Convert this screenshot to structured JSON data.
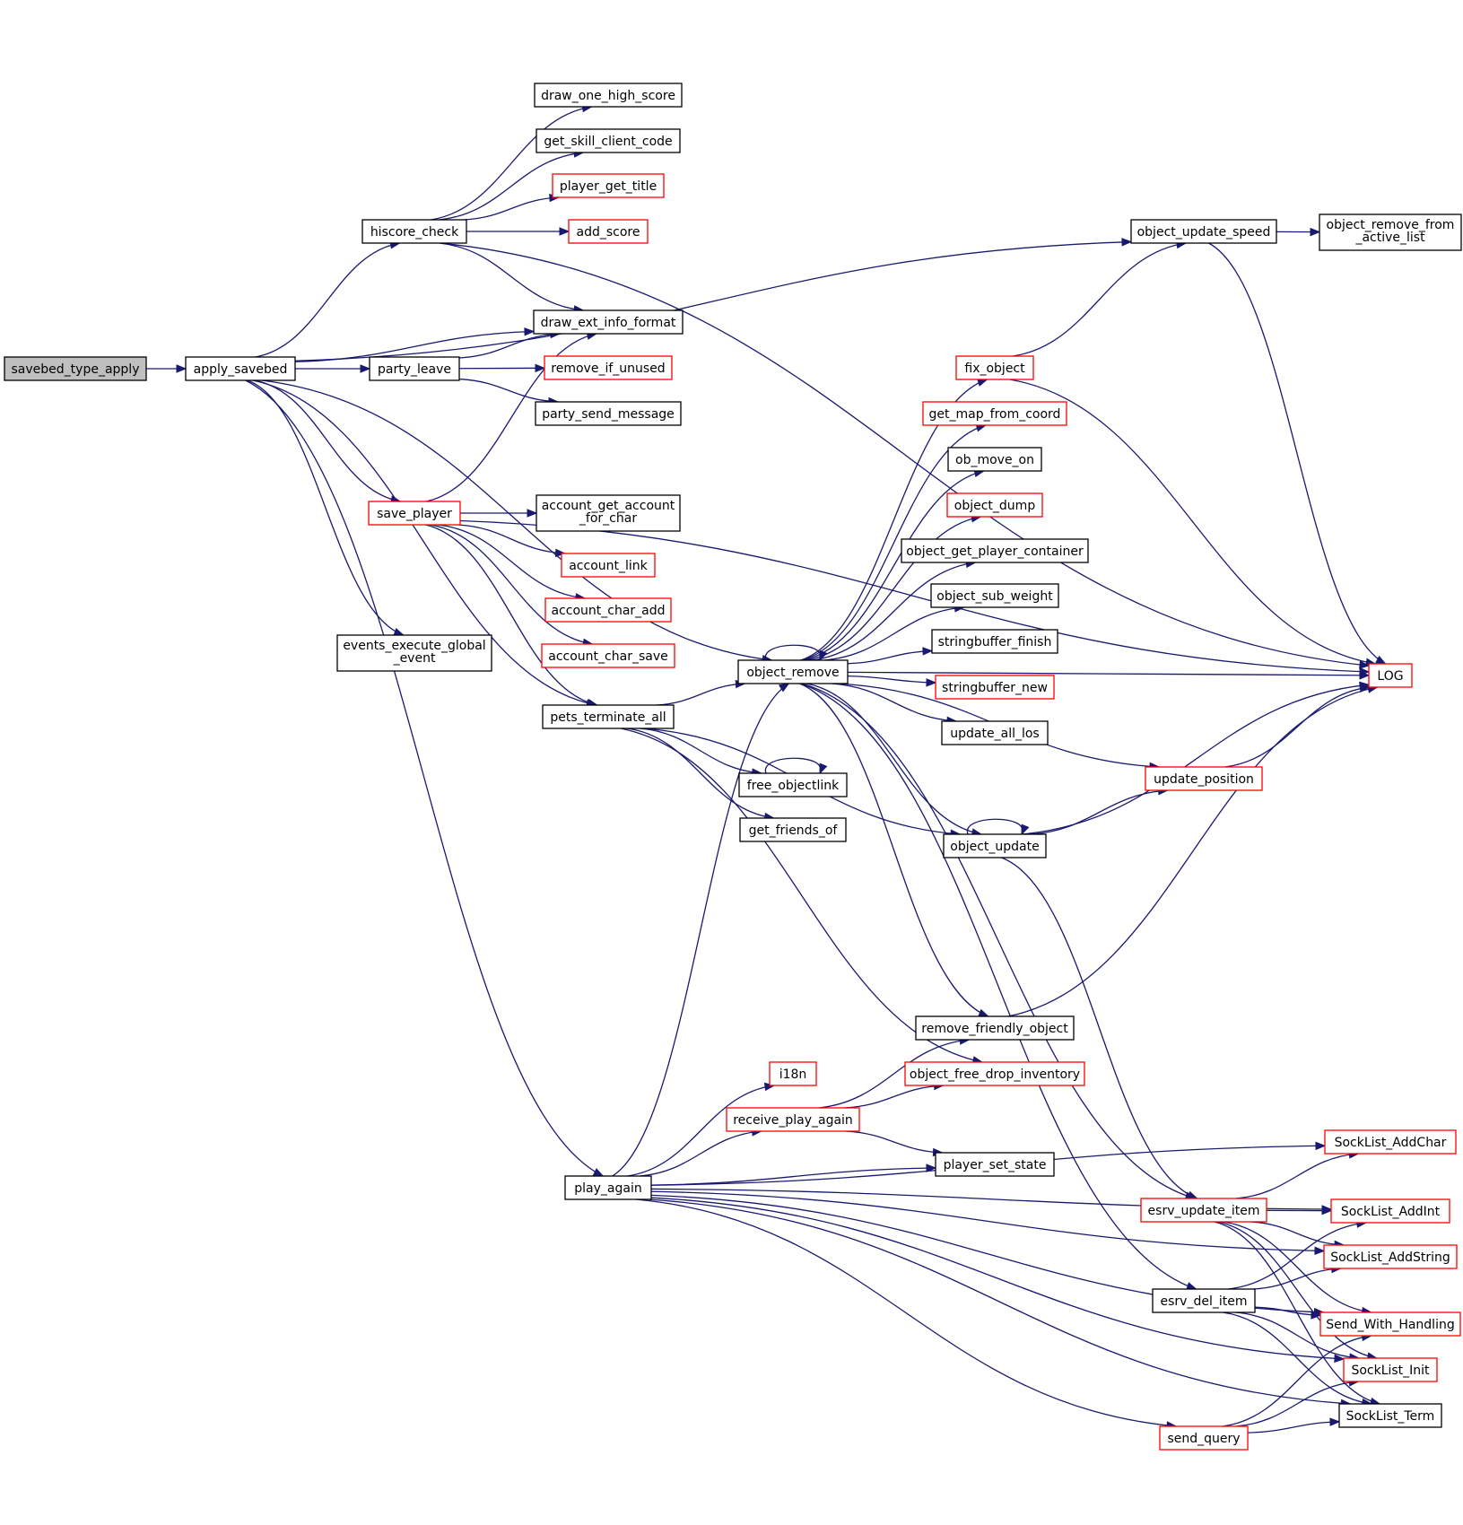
{
  "diagram": {
    "nodes": [
      {
        "id": "savebed_type_apply",
        "lines": [
          "savebed_type_apply"
        ],
        "style": "root"
      },
      {
        "id": "apply_savebed",
        "lines": [
          "apply_savebed"
        ],
        "style": "black"
      },
      {
        "id": "hiscore_check",
        "lines": [
          "hiscore_check"
        ],
        "style": "black"
      },
      {
        "id": "party_leave",
        "lines": [
          "party_leave"
        ],
        "style": "black"
      },
      {
        "id": "save_player",
        "lines": [
          "save_player"
        ],
        "style": "red"
      },
      {
        "id": "events_execute_global_event",
        "lines": [
          "events_execute_global",
          "_event"
        ],
        "style": "black"
      },
      {
        "id": "draw_one_high_score",
        "lines": [
          "draw_one_high_score"
        ],
        "style": "black"
      },
      {
        "id": "get_skill_client_code",
        "lines": [
          "get_skill_client_code"
        ],
        "style": "black"
      },
      {
        "id": "player_get_title",
        "lines": [
          "player_get_title"
        ],
        "style": "red"
      },
      {
        "id": "add_score",
        "lines": [
          "add_score"
        ],
        "style": "red"
      },
      {
        "id": "draw_ext_info_format",
        "lines": [
          "draw_ext_info_format"
        ],
        "style": "black"
      },
      {
        "id": "remove_if_unused",
        "lines": [
          "remove_if_unused"
        ],
        "style": "red"
      },
      {
        "id": "party_send_message",
        "lines": [
          "party_send_message"
        ],
        "style": "black"
      },
      {
        "id": "account_get_account_for_char",
        "lines": [
          "account_get_account",
          "_for_char"
        ],
        "style": "black"
      },
      {
        "id": "account_link",
        "lines": [
          "account_link"
        ],
        "style": "red"
      },
      {
        "id": "account_char_add",
        "lines": [
          "account_char_add"
        ],
        "style": "red"
      },
      {
        "id": "account_char_save",
        "lines": [
          "account_char_save"
        ],
        "style": "red"
      },
      {
        "id": "pets_terminate_all",
        "lines": [
          "pets_terminate_all"
        ],
        "style": "black"
      },
      {
        "id": "play_again",
        "lines": [
          "play_again"
        ],
        "style": "black"
      },
      {
        "id": "object_remove",
        "lines": [
          "object_remove"
        ],
        "style": "black"
      },
      {
        "id": "free_objectlink",
        "lines": [
          "free_objectlink"
        ],
        "style": "black"
      },
      {
        "id": "get_friends_of",
        "lines": [
          "get_friends_of"
        ],
        "style": "black"
      },
      {
        "id": "i18n",
        "lines": [
          "i18n"
        ],
        "style": "red"
      },
      {
        "id": "receive_play_again",
        "lines": [
          "receive_play_again"
        ],
        "style": "red"
      },
      {
        "id": "fix_object",
        "lines": [
          "fix_object"
        ],
        "style": "red"
      },
      {
        "id": "get_map_from_coord",
        "lines": [
          "get_map_from_coord"
        ],
        "style": "red"
      },
      {
        "id": "ob_move_on",
        "lines": [
          "ob_move_on"
        ],
        "style": "black"
      },
      {
        "id": "object_dump",
        "lines": [
          "object_dump"
        ],
        "style": "red"
      },
      {
        "id": "object_get_player_container",
        "lines": [
          "object_get_player_container"
        ],
        "style": "black"
      },
      {
        "id": "object_sub_weight",
        "lines": [
          "object_sub_weight"
        ],
        "style": "black"
      },
      {
        "id": "stringbuffer_finish",
        "lines": [
          "stringbuffer_finish"
        ],
        "style": "black"
      },
      {
        "id": "stringbuffer_new",
        "lines": [
          "stringbuffer_new"
        ],
        "style": "red"
      },
      {
        "id": "update_all_los",
        "lines": [
          "update_all_los"
        ],
        "style": "black"
      },
      {
        "id": "object_update",
        "lines": [
          "object_update"
        ],
        "style": "black"
      },
      {
        "id": "remove_friendly_object",
        "lines": [
          "remove_friendly_object"
        ],
        "style": "black"
      },
      {
        "id": "object_free_drop_inventory",
        "lines": [
          "object_free_drop_inventory"
        ],
        "style": "red"
      },
      {
        "id": "player_set_state",
        "lines": [
          "player_set_state"
        ],
        "style": "black"
      },
      {
        "id": "object_update_speed",
        "lines": [
          "object_update_speed"
        ],
        "style": "black"
      },
      {
        "id": "update_position",
        "lines": [
          "update_position"
        ],
        "style": "red"
      },
      {
        "id": "esrv_update_item",
        "lines": [
          "esrv_update_item"
        ],
        "style": "red"
      },
      {
        "id": "esrv_del_item",
        "lines": [
          "esrv_del_item"
        ],
        "style": "black"
      },
      {
        "id": "send_query",
        "lines": [
          "send_query"
        ],
        "style": "red"
      },
      {
        "id": "object_remove_from_active_list",
        "lines": [
          "object_remove_from",
          "_active_list"
        ],
        "style": "black"
      },
      {
        "id": "LOG",
        "lines": [
          "LOG"
        ],
        "style": "red"
      },
      {
        "id": "SockList_AddChar",
        "lines": [
          "SockList_AddChar"
        ],
        "style": "red"
      },
      {
        "id": "SockList_AddInt",
        "lines": [
          "SockList_AddInt"
        ],
        "style": "red"
      },
      {
        "id": "SockList_AddString",
        "lines": [
          "SockList_AddString"
        ],
        "style": "red"
      },
      {
        "id": "Send_With_Handling",
        "lines": [
          "Send_With_Handling"
        ],
        "style": "red"
      },
      {
        "id": "SockList_Init",
        "lines": [
          "SockList_Init"
        ],
        "style": "red"
      },
      {
        "id": "SockList_Term",
        "lines": [
          "SockList_Term"
        ],
        "style": "black"
      }
    ],
    "edges": [
      [
        "savebed_type_apply",
        "apply_savebed"
      ],
      [
        "apply_savebed",
        "hiscore_check"
      ],
      [
        "apply_savebed",
        "draw_ext_info_format"
      ],
      [
        "apply_savebed",
        "party_leave"
      ],
      [
        "apply_savebed",
        "save_player"
      ],
      [
        "apply_savebed",
        "events_execute_global_event"
      ],
      [
        "apply_savebed",
        "pets_terminate_all"
      ],
      [
        "apply_savebed",
        "play_again"
      ],
      [
        "apply_savebed",
        "object_remove"
      ],
      [
        "apply_savebed",
        "object_update_speed"
      ],
      [
        "hiscore_check",
        "draw_one_high_score"
      ],
      [
        "hiscore_check",
        "get_skill_client_code"
      ],
      [
        "hiscore_check",
        "player_get_title"
      ],
      [
        "hiscore_check",
        "add_score"
      ],
      [
        "hiscore_check",
        "draw_ext_info_format"
      ],
      [
        "hiscore_check",
        "LOG"
      ],
      [
        "party_leave",
        "draw_ext_info_format"
      ],
      [
        "party_leave",
        "remove_if_unused"
      ],
      [
        "party_leave",
        "party_send_message"
      ],
      [
        "save_player",
        "draw_ext_info_format"
      ],
      [
        "save_player",
        "account_get_account_for_char"
      ],
      [
        "save_player",
        "account_link"
      ],
      [
        "save_player",
        "account_char_add"
      ],
      [
        "save_player",
        "account_char_save"
      ],
      [
        "save_player",
        "pets_terminate_all"
      ],
      [
        "save_player",
        "LOG"
      ],
      [
        "pets_terminate_all",
        "object_remove"
      ],
      [
        "pets_terminate_all",
        "free_objectlink"
      ],
      [
        "pets_terminate_all",
        "get_friends_of"
      ],
      [
        "pets_terminate_all",
        "object_free_drop_inventory"
      ],
      [
        "pets_terminate_all",
        "object_update"
      ],
      [
        "object_remove",
        "object_remove"
      ],
      [
        "object_remove",
        "fix_object"
      ],
      [
        "object_remove",
        "get_map_from_coord"
      ],
      [
        "object_remove",
        "ob_move_on"
      ],
      [
        "object_remove",
        "object_dump"
      ],
      [
        "object_remove",
        "object_get_player_container"
      ],
      [
        "object_remove",
        "object_sub_weight"
      ],
      [
        "object_remove",
        "stringbuffer_finish"
      ],
      [
        "object_remove",
        "stringbuffer_new"
      ],
      [
        "object_remove",
        "update_all_los"
      ],
      [
        "object_remove",
        "update_position"
      ],
      [
        "object_remove",
        "object_update"
      ],
      [
        "object_remove",
        "LOG"
      ],
      [
        "object_remove",
        "remove_friendly_object"
      ],
      [
        "object_remove",
        "esrv_del_item"
      ],
      [
        "object_remove",
        "esrv_update_item"
      ],
      [
        "free_objectlink",
        "free_objectlink"
      ],
      [
        "fix_object",
        "object_update_speed"
      ],
      [
        "fix_object",
        "LOG"
      ],
      [
        "object_update_speed",
        "object_remove_from_active_list"
      ],
      [
        "object_update_speed",
        "LOG"
      ],
      [
        "update_position",
        "LOG"
      ],
      [
        "object_update",
        "object_update"
      ],
      [
        "object_update",
        "update_position"
      ],
      [
        "object_update",
        "LOG"
      ],
      [
        "object_update",
        "esrv_update_item"
      ],
      [
        "remove_friendly_object",
        "LOG"
      ],
      [
        "play_again",
        "object_remove"
      ],
      [
        "play_again",
        "i18n"
      ],
      [
        "play_again",
        "receive_play_again"
      ],
      [
        "play_again",
        "player_set_state"
      ],
      [
        "play_again",
        "SockList_AddChar"
      ],
      [
        "play_again",
        "SockList_AddInt"
      ],
      [
        "play_again",
        "SockList_AddString"
      ],
      [
        "play_again",
        "Send_With_Handling"
      ],
      [
        "play_again",
        "SockList_Init"
      ],
      [
        "play_again",
        "send_query"
      ],
      [
        "play_again",
        "SockList_Term"
      ],
      [
        "receive_play_again",
        "remove_friendly_object"
      ],
      [
        "receive_play_again",
        "object_free_drop_inventory"
      ],
      [
        "receive_play_again",
        "player_set_state"
      ],
      [
        "esrv_update_item",
        "SockList_AddChar"
      ],
      [
        "esrv_update_item",
        "SockList_AddInt"
      ],
      [
        "esrv_update_item",
        "SockList_AddString"
      ],
      [
        "esrv_update_item",
        "Send_With_Handling"
      ],
      [
        "esrv_update_item",
        "SockList_Init"
      ],
      [
        "esrv_update_item",
        "SockList_Term"
      ],
      [
        "esrv_del_item",
        "SockList_AddInt"
      ],
      [
        "esrv_del_item",
        "SockList_AddString"
      ],
      [
        "esrv_del_item",
        "Send_With_Handling"
      ],
      [
        "esrv_del_item",
        "SockList_Init"
      ],
      [
        "esrv_del_item",
        "SockList_Term"
      ],
      [
        "send_query",
        "Send_With_Handling"
      ],
      [
        "send_query",
        "SockList_Init"
      ],
      [
        "send_query",
        "SockList_Term"
      ]
    ]
  }
}
